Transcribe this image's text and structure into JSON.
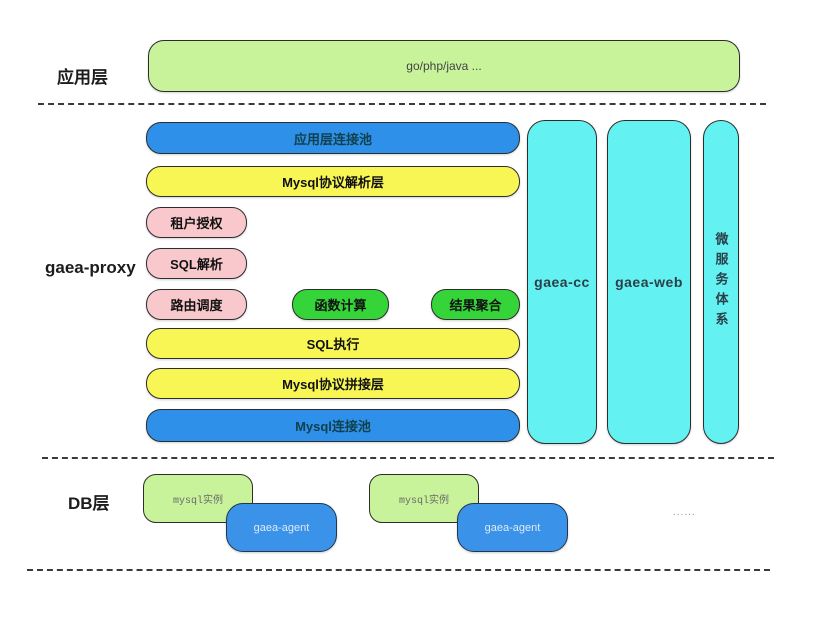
{
  "app_layer": {
    "label": "应用层",
    "app_box": "go/php/java ..."
  },
  "proxy_layer": {
    "label": "gaea-proxy",
    "rows": {
      "app_conn_pool": "应用层连接池",
      "mysql_protocol_parse": "Mysql协议解析层",
      "tenant_auth": "租户授权",
      "sql_parse": "SQL解析",
      "route_dispatch": "路由调度",
      "func_compute": "函数计算",
      "result_aggregate": "结果聚合",
      "sql_exec": "SQL执行",
      "mysql_protocol_join": "Mysql协议拼接层",
      "mysql_conn_pool": "Mysql连接池"
    },
    "columns": {
      "cc": "gaea-cc",
      "web": "gaea-web",
      "microservice": "微服务体系"
    }
  },
  "db_layer": {
    "label": "DB层",
    "instances": [
      {
        "db": "mysql实例",
        "agent": "gaea-agent"
      },
      {
        "db": "mysql实例",
        "agent": "gaea-agent"
      }
    ],
    "ellipsis": "......"
  },
  "colors": {
    "blue": "#2e90e8",
    "yellow": "#f8f655",
    "pink": "#f8c8cd",
    "green_bright": "#35d53a",
    "green_light": "#c9f39b",
    "cyan": "#63f1f1"
  }
}
